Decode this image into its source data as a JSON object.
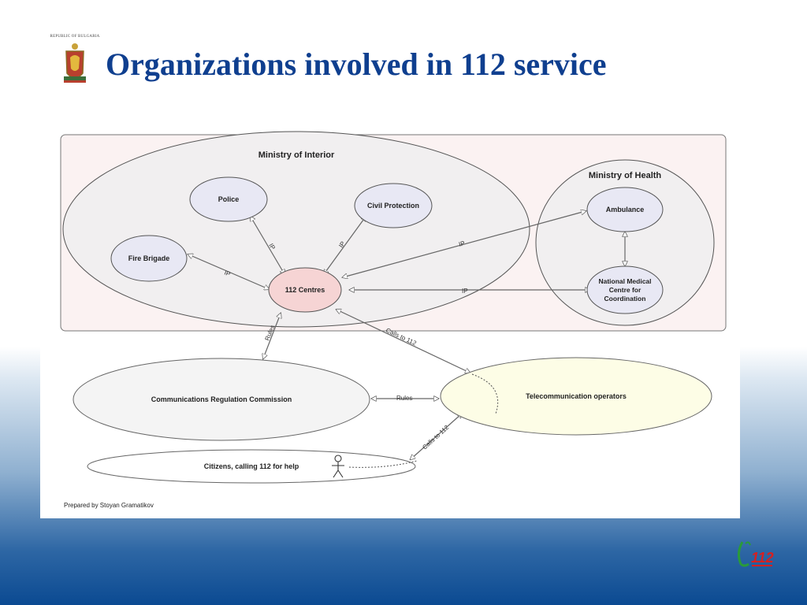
{
  "header": {
    "crest_caption": "Republic of Bulgaria",
    "title": "Organizations involved in 112 service"
  },
  "diagram": {
    "groups": {
      "interior": "Ministry of Interior",
      "health": "Ministry of Health"
    },
    "nodes": {
      "police": "Police",
      "civil_protection": "Civil Protection",
      "fire_brigade": "Fire Brigade",
      "centres": "112 Centres",
      "ambulance": "Ambulance",
      "nmcc_line1": "National Medical",
      "nmcc_line2": "Centre for",
      "nmcc_line3": "Coordination",
      "crc": "Communications Regulation Commission",
      "telecom": "Telecommunication operators",
      "citizens": "Citizens, calling 112 for help"
    },
    "edge_labels": {
      "ip": "IP",
      "rules": "Rules",
      "calls": "Calls to 112"
    },
    "credit": "Prepared by Stoyan Gramatikov"
  },
  "footer_logo": "112",
  "colors": {
    "title": "#0f3f8f",
    "node_fill": "#e8e8f4",
    "centres_fill": "#f6d4d4",
    "telecom_fill": "#fdfde6",
    "panel_fill": "#fbf2f2"
  }
}
